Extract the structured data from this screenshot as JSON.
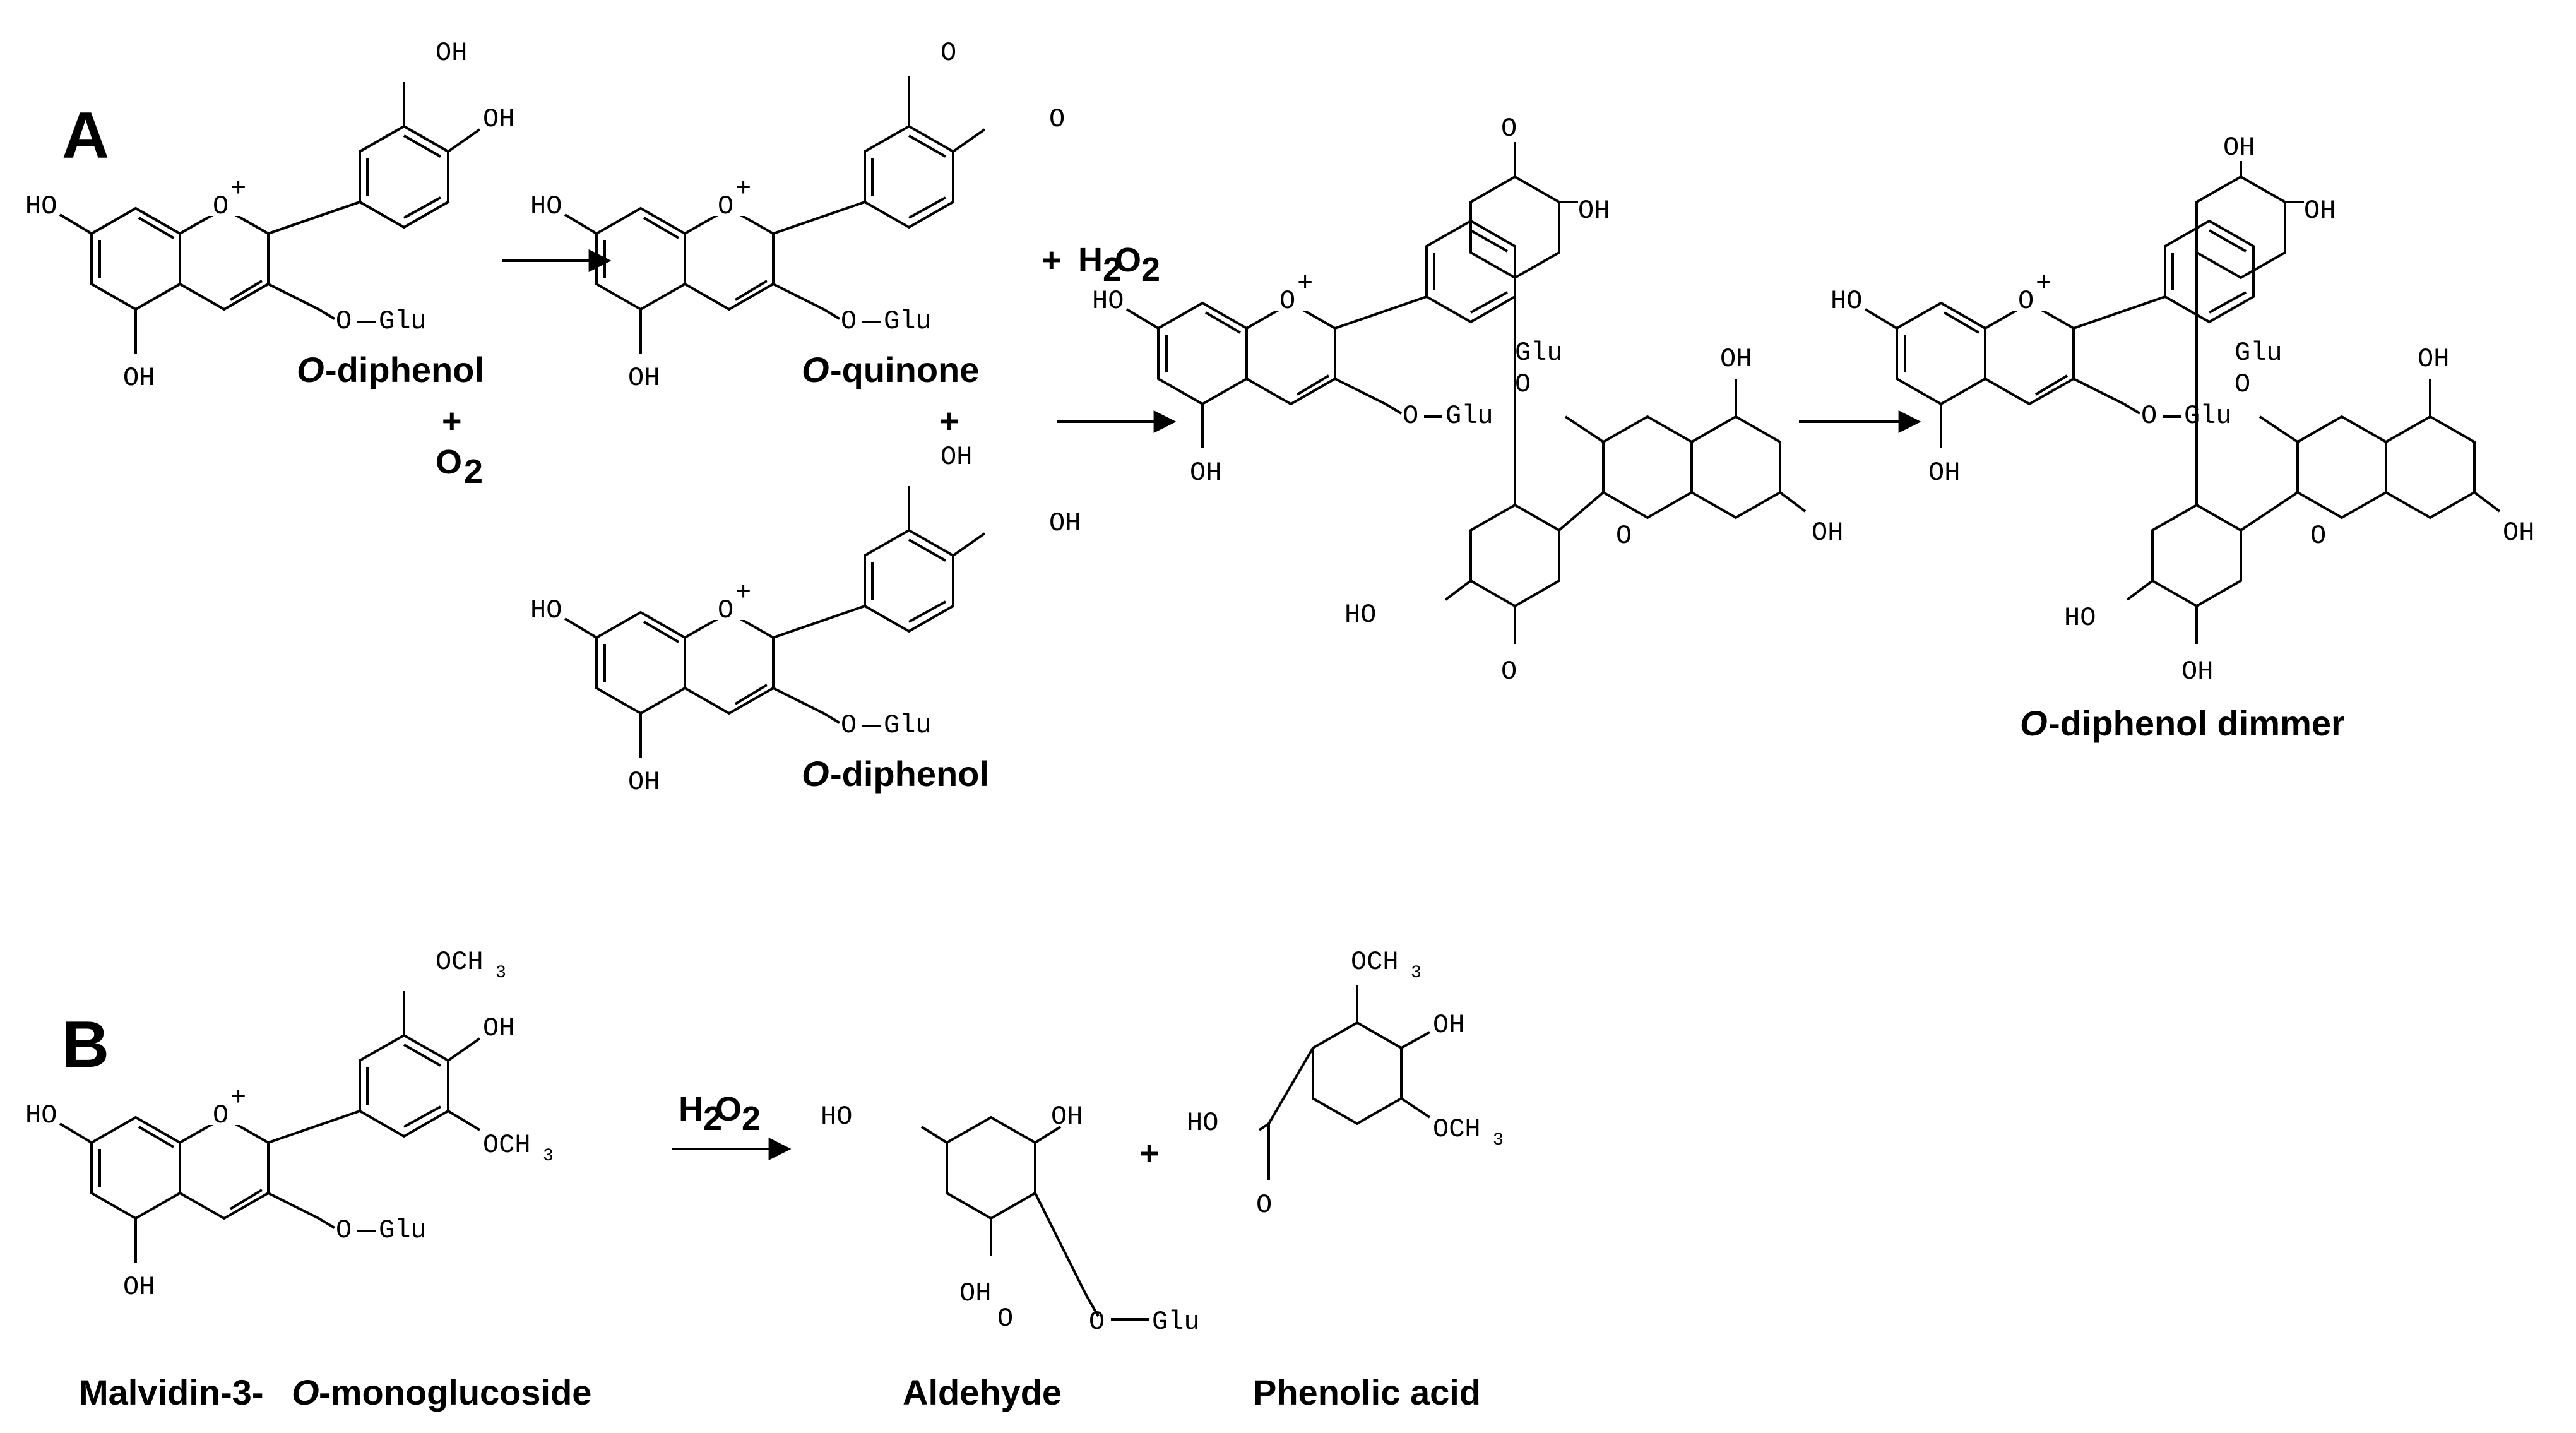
{
  "panels": {
    "a": "A",
    "b": "B"
  },
  "atoms": {
    "OH": "OH",
    "HO": "HO",
    "O": "O",
    "plus": "+",
    "glu": "Glu",
    "och3_main": "OCH",
    "och3_sub": "3"
  },
  "reagents": {
    "o2_main": "O",
    "o2_sub": "2",
    "h2o2_h": "H",
    "h2o2_2a": "2",
    "h2o2_o": "O",
    "h2o2_2b": "2",
    "plus_sign": "+"
  },
  "captions": {
    "a1_italic": "O",
    "a1_rest": "-diphenol",
    "a2_italic": "O",
    "a2_rest": "-quinone",
    "a3_italic": "O",
    "a3_rest": "-diphenol",
    "a4_italic": "O",
    "a4_rest": "-diphenol dimmer",
    "b1_pre": "Malvidin-3-",
    "b1_italic": "O",
    "b1_post": "-monoglucoside",
    "b2": "Aldehyde",
    "b3": "Phenolic acid"
  }
}
